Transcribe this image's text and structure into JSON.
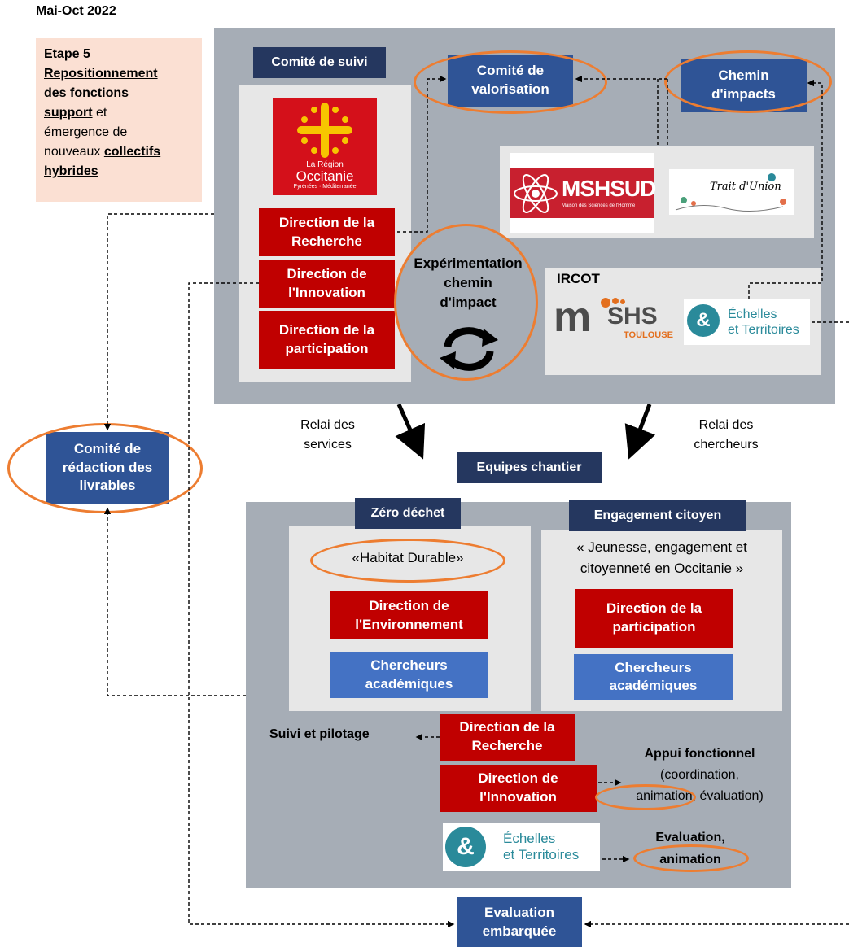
{
  "header": {
    "period": "Mai-Oct 2022"
  },
  "stage": {
    "line1": "Etape 5",
    "line2": "Repositionnement",
    "line3": "des fonctions",
    "line4a": "support",
    "line4b": " et",
    "line5": "émergence de",
    "line6a": "nouveaux ",
    "line6b": "collectifs",
    "line7": "hybrides"
  },
  "top": {
    "comite_suivi": "Comité de suivi",
    "comite_valorisation": [
      "Comité de",
      "valorisation"
    ],
    "chemin_impacts": [
      "Chemin",
      "d'impacts"
    ],
    "region": {
      "la_region": "La Région",
      "occitanie": "Occitanie",
      "sub": "Pyrénées · Méditerranée"
    },
    "dir_recherche": [
      "Direction de la",
      "Recherche"
    ],
    "dir_innovation": [
      "Direction de",
      "l'Innovation"
    ],
    "dir_participation": [
      "Direction de la",
      "participation"
    ],
    "experimentation": [
      "Expérimentation",
      "chemin",
      "d'impact"
    ],
    "mshsud": {
      "name": "MSHSUD",
      "sub": "Maison des Sciences de l'Homme"
    },
    "trait_union": "Trait d'Union",
    "ircot": "IRCOT",
    "mshs_toulouse": {
      "main": "SHS",
      "sub": "TOULOUSE"
    },
    "echelles": [
      "Échelles",
      "et Territoires"
    ]
  },
  "relays": {
    "services": [
      "Relai des",
      "services"
    ],
    "chercheurs": [
      "Relai des",
      "chercheurs"
    ]
  },
  "comite_redaction": [
    "Comité de",
    "rédaction des",
    "livrables"
  ],
  "equipes_chantier": "Equipes chantier",
  "bottom": {
    "zero_dechet": "Zéro déchet",
    "engagement": "Engagement citoyen",
    "habitat": "«Habitat Durable»",
    "jeunesse": [
      "« Jeunesse, engagement et",
      "citoyenneté en Occitanie »"
    ],
    "dir_environnement": [
      "Direction de",
      "l'Environnement"
    ],
    "dir_participation": [
      "Direction de la",
      "participation"
    ],
    "chercheurs1": [
      "Chercheurs",
      "académiques"
    ],
    "chercheurs2": [
      "Chercheurs",
      "académiques"
    ],
    "suivi_pilotage": "Suivi et pilotage",
    "dir_recherche": [
      "Direction de la",
      "Recherche"
    ],
    "dir_innovation": [
      "Direction de",
      "l'Innovation"
    ],
    "appui": {
      "title": "Appui fonctionnel",
      "l2": "(coordination,",
      "l3a": "animation,",
      "l3b": " évaluation)"
    },
    "echelles": [
      "Échelles",
      "et Territoires"
    ],
    "evaluation": {
      "l1": "Evaluation,",
      "l2": "animation"
    }
  },
  "evaluation_embarquee": [
    "Evaluation",
    "embarquée"
  ],
  "colors": {
    "orange": "#ed7d31",
    "red": "#c00000",
    "navy": "#25375f",
    "blue": "#2f5496",
    "teal": "#2a8a9a"
  }
}
